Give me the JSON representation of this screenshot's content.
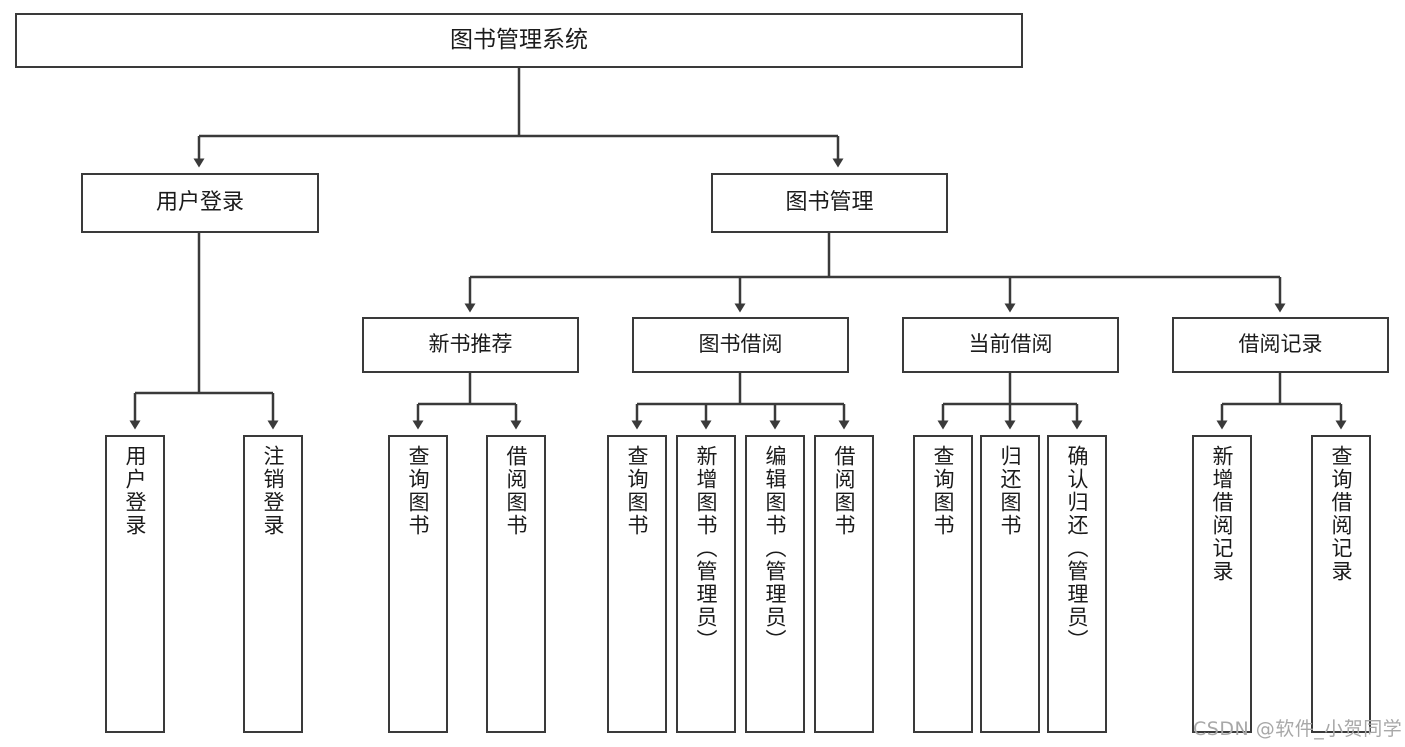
{
  "diagram": {
    "title": "图书管理系统",
    "type": "tree-hierarchy",
    "root": {
      "label": "图书管理系统"
    },
    "level2": [
      {
        "label": "用户登录"
      },
      {
        "label": "图书管理"
      }
    ],
    "level3": [
      {
        "label": "新书推荐"
      },
      {
        "label": "图书借阅"
      },
      {
        "label": "当前借阅"
      },
      {
        "label": "借阅记录"
      }
    ],
    "leaves": {
      "user_login": [
        {
          "label": "用户登录"
        },
        {
          "label": "注销登录"
        }
      ],
      "new_book_recommend": [
        {
          "label": "查询图书"
        },
        {
          "label": "借阅图书"
        }
      ],
      "book_borrow": [
        {
          "label": "查询图书"
        },
        {
          "label": "新增图书（管理员）"
        },
        {
          "label": "编辑图书（管理员）"
        },
        {
          "label": "借阅图书"
        }
      ],
      "current_borrow": [
        {
          "label": "查询图书"
        },
        {
          "label": "归还图书"
        },
        {
          "label": "确认归还（管理员）"
        }
      ],
      "borrow_records": [
        {
          "label": "新增借阅记录"
        },
        {
          "label": "查询借阅记录"
        }
      ]
    }
  },
  "watermark": {
    "text": "CSDN @软件_小贺同学"
  },
  "colors": {
    "stroke": "#3a3a3a",
    "background": "#ffffff",
    "text": "#1b1b1b",
    "watermark": "#a8a8a8"
  }
}
